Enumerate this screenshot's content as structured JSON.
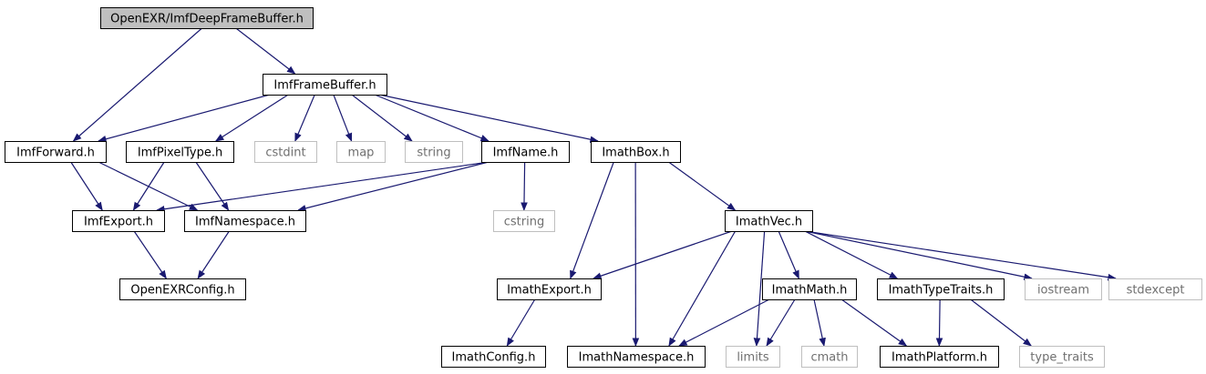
{
  "graph": {
    "title": "OpenEXR/ImfDeepFrameBuffer.h",
    "colors": {
      "edge": "#191970",
      "root_fill": "#bfbfbf",
      "root_border": "#000000",
      "node_border": "#000000",
      "external_border": "#bfbfbf",
      "node_text": "#000000",
      "external_text": "#6f6f6f",
      "node_fill": "#ffffff"
    },
    "nodes": [
      {
        "id": "root",
        "label": "OpenEXR/ImfDeepFrameBuffer.h",
        "kind": "root"
      },
      {
        "id": "framebuffer",
        "label": "ImfFrameBuffer.h",
        "kind": "internal"
      },
      {
        "id": "forward",
        "label": "ImfForward.h",
        "kind": "internal"
      },
      {
        "id": "pixeltype",
        "label": "ImfPixelType.h",
        "kind": "internal"
      },
      {
        "id": "cstdint",
        "label": "cstdint",
        "kind": "external"
      },
      {
        "id": "map",
        "label": "map",
        "kind": "external"
      },
      {
        "id": "string",
        "label": "string",
        "kind": "external"
      },
      {
        "id": "name",
        "label": "ImfName.h",
        "kind": "internal"
      },
      {
        "id": "box",
        "label": "ImathBox.h",
        "kind": "internal"
      },
      {
        "id": "export",
        "label": "ImfExport.h",
        "kind": "internal"
      },
      {
        "id": "namespace",
        "label": "ImfNamespace.h",
        "kind": "internal"
      },
      {
        "id": "cstring",
        "label": "cstring",
        "kind": "external"
      },
      {
        "id": "vec",
        "label": "ImathVec.h",
        "kind": "internal"
      },
      {
        "id": "exrconfig",
        "label": "OpenEXRConfig.h",
        "kind": "internal"
      },
      {
        "id": "imathexport",
        "label": "ImathExport.h",
        "kind": "internal"
      },
      {
        "id": "math",
        "label": "ImathMath.h",
        "kind": "internal"
      },
      {
        "id": "typetraits",
        "label": "ImathTypeTraits.h",
        "kind": "internal"
      },
      {
        "id": "iostream",
        "label": "iostream",
        "kind": "external"
      },
      {
        "id": "stdexcept",
        "label": "stdexcept",
        "kind": "external"
      },
      {
        "id": "imathconfig",
        "label": "ImathConfig.h",
        "kind": "internal"
      },
      {
        "id": "imathnamespace",
        "label": "ImathNamespace.h",
        "kind": "internal"
      },
      {
        "id": "limits",
        "label": "limits",
        "kind": "external"
      },
      {
        "id": "cmath",
        "label": "cmath",
        "kind": "external"
      },
      {
        "id": "platform",
        "label": "ImathPlatform.h",
        "kind": "internal"
      },
      {
        "id": "type_traits",
        "label": "type_traits",
        "kind": "external"
      }
    ],
    "edges": [
      [
        "root",
        "framebuffer"
      ],
      [
        "root",
        "forward"
      ],
      [
        "framebuffer",
        "forward"
      ],
      [
        "framebuffer",
        "pixeltype"
      ],
      [
        "framebuffer",
        "cstdint"
      ],
      [
        "framebuffer",
        "map"
      ],
      [
        "framebuffer",
        "string"
      ],
      [
        "framebuffer",
        "name"
      ],
      [
        "framebuffer",
        "box"
      ],
      [
        "forward",
        "export"
      ],
      [
        "forward",
        "namespace"
      ],
      [
        "pixeltype",
        "export"
      ],
      [
        "pixeltype",
        "namespace"
      ],
      [
        "name",
        "export"
      ],
      [
        "name",
        "namespace"
      ],
      [
        "name",
        "cstring"
      ],
      [
        "export",
        "exrconfig"
      ],
      [
        "namespace",
        "exrconfig"
      ],
      [
        "box",
        "imathexport"
      ],
      [
        "box",
        "imathnamespace"
      ],
      [
        "box",
        "vec"
      ],
      [
        "vec",
        "imathexport"
      ],
      [
        "vec",
        "imathnamespace"
      ],
      [
        "vec",
        "limits"
      ],
      [
        "vec",
        "math"
      ],
      [
        "vec",
        "typetraits"
      ],
      [
        "vec",
        "iostream"
      ],
      [
        "vec",
        "stdexcept"
      ],
      [
        "imathexport",
        "imathconfig"
      ],
      [
        "math",
        "imathnamespace"
      ],
      [
        "math",
        "limits"
      ],
      [
        "math",
        "cmath"
      ],
      [
        "math",
        "platform"
      ],
      [
        "typetraits",
        "platform"
      ],
      [
        "typetraits",
        "type_traits"
      ]
    ]
  }
}
